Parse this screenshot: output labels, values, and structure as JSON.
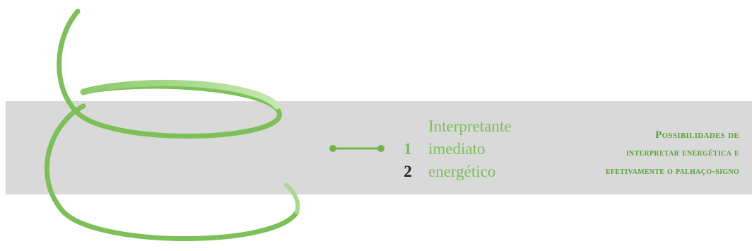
{
  "diagram": {
    "title": "Interpretante",
    "items": [
      {
        "number": "1",
        "label": "imediato"
      },
      {
        "number": "2",
        "label": "energético"
      }
    ],
    "note_lines": [
      "Possibilidades de",
      "interpretar energética e",
      "efetivamente o palhaço-signo"
    ]
  },
  "colors": {
    "band": "#d9d9d9",
    "ribbon_light": "#a9d98a",
    "ribbon_dark": "#6fb54a",
    "text_green": "#7bbf5a",
    "number_dark": "#222222"
  },
  "icons": {
    "decoration": "spiral-ribbon-icon",
    "connector": "dot-line-connector-icon"
  }
}
